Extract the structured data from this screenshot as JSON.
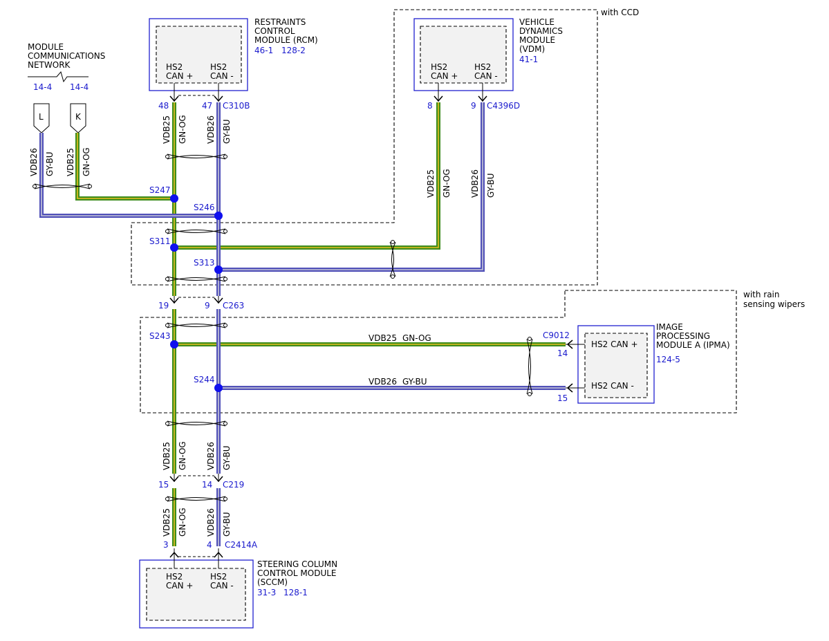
{
  "network": {
    "title_lines": [
      "MODULE",
      "COMMUNICATIONS",
      "NETWORK"
    ],
    "ref_left": "14-4",
    "ref_right": "14-4",
    "flag_left": "L",
    "flag_right": "K"
  },
  "zones": {
    "ccd": "with CCD",
    "rain_lines": [
      "with rain",
      "sensing wipers"
    ]
  },
  "rcm": {
    "name_lines": [
      "RESTRAINTS",
      "CONTROL",
      "MODULE (RCM)"
    ],
    "ref1": "46-1",
    "ref2": "128-2",
    "pin_plus_lines": [
      "HS2",
      "CAN +"
    ],
    "pin_minus_lines": [
      "HS2",
      "CAN -"
    ],
    "connector": "C310B",
    "pin1": "48",
    "pin2": "47"
  },
  "vdm": {
    "name_lines": [
      "VEHICLE",
      "DYNAMICS",
      "MODULE",
      "(VDM)"
    ],
    "ref1": "41-1",
    "pin_plus_lines": [
      "HS2",
      "CAN +"
    ],
    "pin_minus_lines": [
      "HS2",
      "CAN -"
    ],
    "connector": "C4396D",
    "pin1": "8",
    "pin2": "9"
  },
  "ipma": {
    "name_lines": [
      "IMAGE",
      "PROCESSING",
      "MODULE A (IPMA)"
    ],
    "ref1": "124-5",
    "pin_plus": "HS2 CAN +",
    "pin_minus": "HS2 CAN -",
    "connector": "C9012",
    "pin1": "14",
    "pin2": "15"
  },
  "sccm": {
    "name_lines": [
      "STEERING COLUMN",
      "CONTROL MODULE",
      "(SCCM)"
    ],
    "ref1": "31-3",
    "ref2": "128-1",
    "pin_plus_lines": [
      "HS2",
      "CAN +"
    ],
    "pin_minus_lines": [
      "HS2",
      "CAN -"
    ],
    "connector": "C2414A",
    "pin1": "3",
    "pin2": "4"
  },
  "connectors": {
    "c263": {
      "name": "C263",
      "pin1": "19",
      "pin2": "9"
    },
    "c219": {
      "name": "C219",
      "pin1": "15",
      "pin2": "14"
    }
  },
  "splices": {
    "s247": "S247",
    "s246": "S246",
    "s311": "S311",
    "s313": "S313",
    "s243": "S243",
    "s244": "S244"
  },
  "wires": {
    "green_circuit": "VDB25",
    "green_color": "GN-OG",
    "blue_circuit": "VDB26",
    "blue_color": "GY-BU"
  },
  "colors": {
    "green_wire": "#3d8c1c",
    "orange_tracer": "#e8c020",
    "blue_wire": "#5050b8",
    "gray_tracer": "#c8c8d8",
    "splice": "#1010ee",
    "module_border": "#2020d0",
    "reference_text": "#1a1acd"
  }
}
